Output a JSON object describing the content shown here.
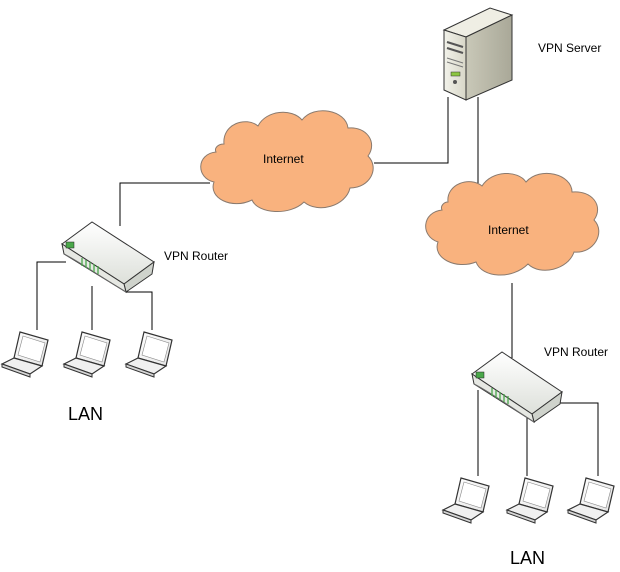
{
  "labels": {
    "vpn_server": "VPN Server",
    "internet_left": "Internet",
    "internet_right": "Internet",
    "vpn_router_left": "VPN Router",
    "vpn_router_right": "VPN Router",
    "lan_left": "LAN",
    "lan_right": "LAN"
  },
  "colors": {
    "cloud_fill": "#f9b27e",
    "cloud_stroke": "#8a7a6e",
    "line": "#000000",
    "device_body": "#e9ebe6",
    "device_top": "#f4f5f1",
    "device_side": "#cfd3cc",
    "led_green": "#4aa84a"
  }
}
